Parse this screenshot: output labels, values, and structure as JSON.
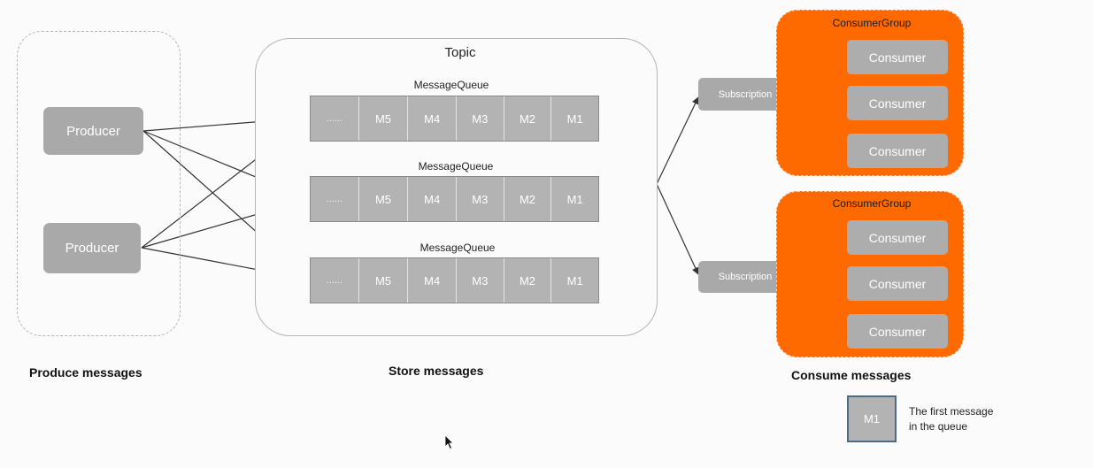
{
  "topic": {
    "title": "Topic"
  },
  "producers": [
    {
      "label": "Producer"
    },
    {
      "label": "Producer"
    }
  ],
  "queues": [
    {
      "label": "MessageQueue",
      "cells": [
        "......",
        "M5",
        "M4",
        "M3",
        "M2",
        "M1"
      ]
    },
    {
      "label": "MessageQueue",
      "cells": [
        "......",
        "M5",
        "M4",
        "M3",
        "M2",
        "M1"
      ]
    },
    {
      "label": "MessageQueue",
      "cells": [
        "......",
        "M5",
        "M4",
        "M3",
        "M2",
        "M1"
      ]
    }
  ],
  "subscriptions": [
    {
      "label": "Subscription"
    },
    {
      "label": "Subscription"
    }
  ],
  "consumer_groups": [
    {
      "label": "ConsumerGroup",
      "consumers": [
        "Consumer",
        "Consumer",
        "Consumer"
      ]
    },
    {
      "label": "ConsumerGroup",
      "consumers": [
        "Consumer",
        "Consumer",
        "Consumer"
      ]
    }
  ],
  "captions": {
    "produce": "Produce messages",
    "store": "Store messages",
    "consume": "Consume messages"
  },
  "legend": {
    "box": "M1",
    "line1": "The first message",
    "line2": "in the queue"
  },
  "colors": {
    "consumer_group": "#ff6a00",
    "node_gray": "#a9a9a9",
    "legend_border": "#4d6a8a"
  }
}
